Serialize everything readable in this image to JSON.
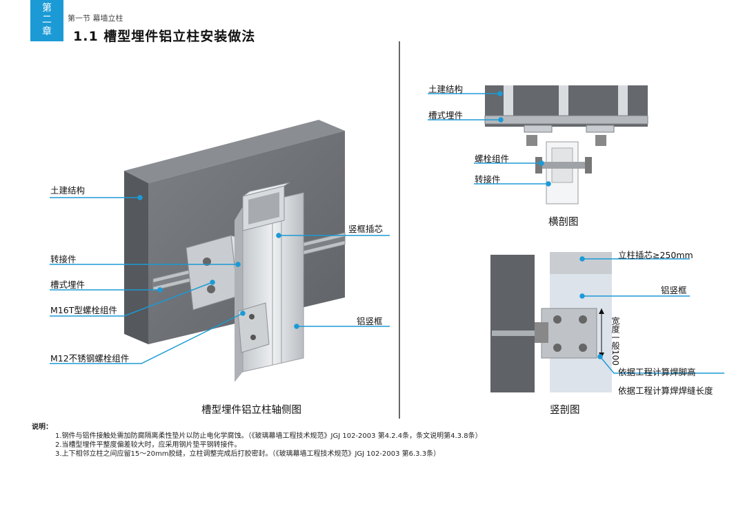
{
  "header": {
    "chapter_tab": "第\n二\n章",
    "section": "第一节 幕墙立柱",
    "title": "1.1 槽型埋件铝立柱安装做法"
  },
  "axon": {
    "labels": {
      "tujian": "土建结构",
      "zhuanjie": "转接件",
      "caoshi": "槽式埋件",
      "m16": "M16T型螺栓组件",
      "m12": "M12不锈钢螺栓组件",
      "chaxin": "竖框插芯",
      "lvshukuang": "铝竖框"
    },
    "caption": "槽型埋件铝立柱轴侧图"
  },
  "section_h": {
    "labels": {
      "tujian": "土建结构",
      "caoshi": "槽式埋件",
      "luoshuan": "螺栓组件",
      "zhuanjie": "转接件"
    },
    "caption": "横剖图"
  },
  "section_v": {
    "labels": {
      "chaxin": "立柱插芯≥250mm",
      "lvshukuang": "铝竖框",
      "width_note": "宽度一般100",
      "weld_height": "依据工程计算焊脚高",
      "weld_length": "依据工程计算焊焊缝长度"
    },
    "caption": "竖剖图"
  },
  "notes": {
    "title": "说明：",
    "items": [
      "1.钢件与铝件接触处需加防腐隔离柔性垫片以防止电化学腐蚀。（《玻璃幕墙工程技术规范》JGJ 102-2003 第4.2.4条，条文说明第4.3.8条）",
      "2.当槽型埋件平整度偏差较大时，应采用钢片垫平钢转接件。",
      "3.上下相邻立柱之间应留15～20mm胶缝，立柱调整完成后打胶密封。（《玻璃幕墙工程技术规范》JGJ 102-2003 第6.3.3条）"
    ]
  },
  "colors": {
    "accent": "#1b9ad6",
    "concrete": "#6f7276",
    "aluminum": "#d7dadd"
  }
}
